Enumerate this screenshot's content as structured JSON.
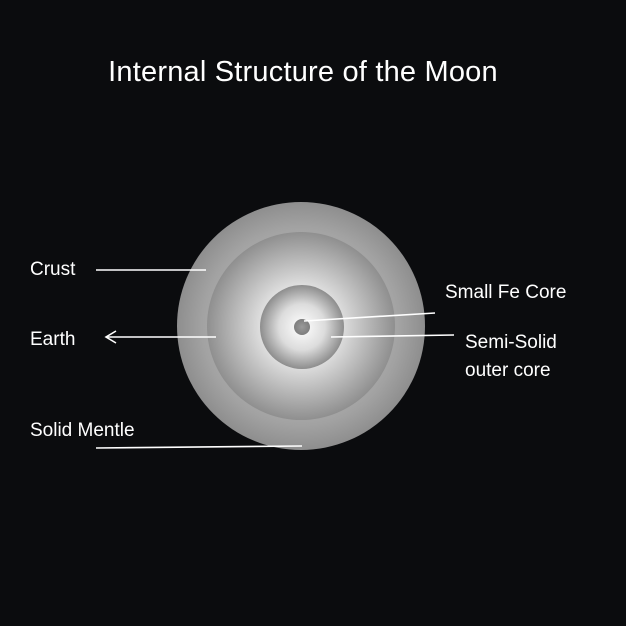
{
  "title": "Internal Structure of the Moon",
  "labels": {
    "crust": "Crust",
    "earth": "Earth",
    "solid_mantle": "Solid Mentle",
    "small_fe_core": "Small Fe Core",
    "semi_solid_line1": "Semi-Solid",
    "semi_solid_line2": "outer core"
  },
  "colors": {
    "background": "#0b0c0e",
    "text": "#ffffff",
    "crust_layer": "#8c8c8c",
    "mantle_layer": "#b4b4b4",
    "outer_core": "#d2d2d2",
    "inner_core": "#8a8a8a"
  },
  "icons": {
    "earth_direction": "arrow-left-icon"
  }
}
